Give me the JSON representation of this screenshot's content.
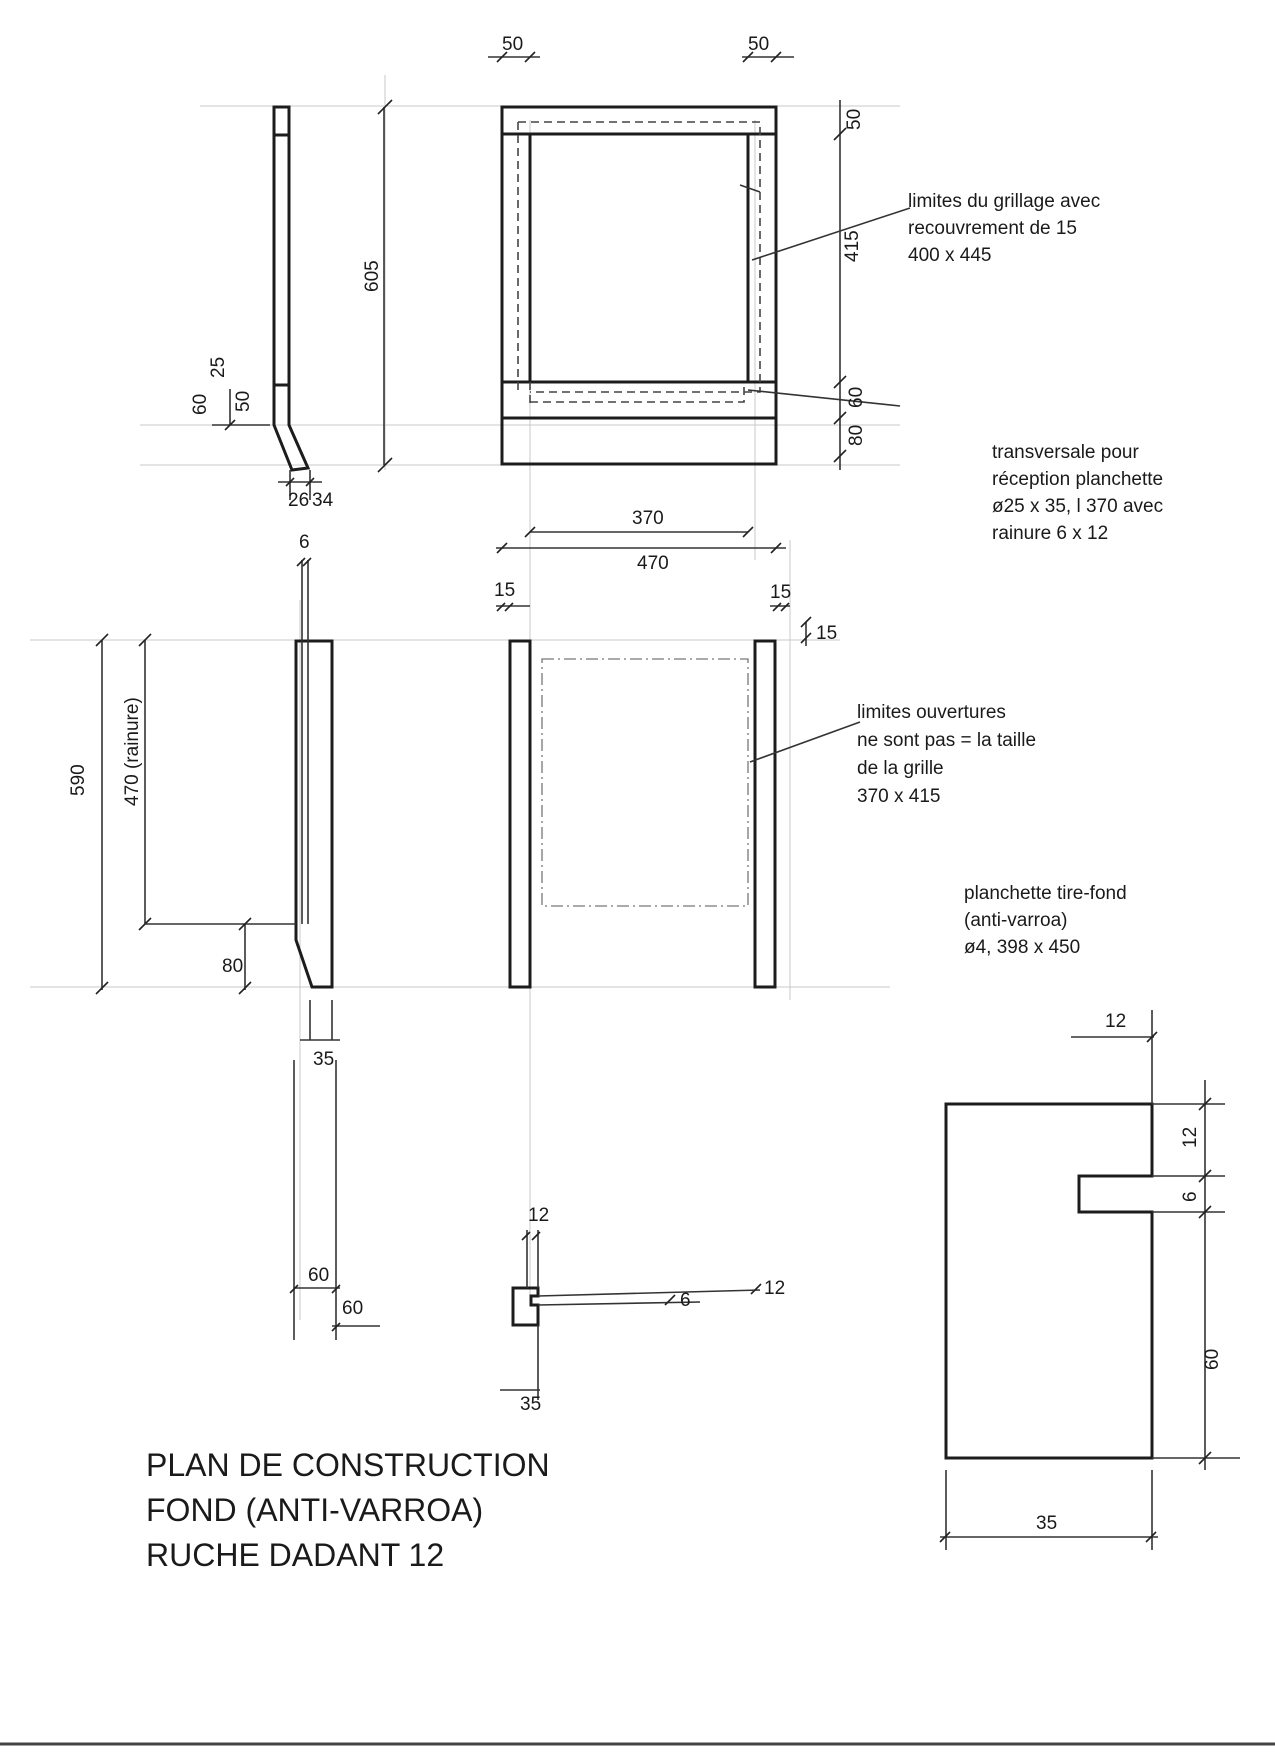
{
  "drawing": {
    "title_lines": [
      "PLAN DE CONSTRUCTION",
      "FOND (ANTI-VARROA)",
      "RUCHE DADANT 12"
    ],
    "dims": {
      "top_left_50": "50",
      "top_right_50": "50",
      "right_50": "50",
      "right_415": "415",
      "right_60": "60",
      "right_80": "80",
      "height_605": "605",
      "side_25": "25",
      "side_60": "60",
      "side_50": "50",
      "side_26": "26",
      "side_34": "34",
      "w_370": "370",
      "w_470": "470",
      "rail_6": "6",
      "frame_15_left": "15",
      "frame_15_right": "15",
      "frame_15_top": "15",
      "height_590": "590",
      "height_470_rainure": "470 (rainure)",
      "rail_80": "80",
      "rail_35": "35",
      "sec_60a": "60",
      "sec_60b": "60",
      "small_12_top": "12",
      "small_6": "6",
      "small_12_right": "12",
      "small_35": "35",
      "detail_12_top": "12",
      "detail_12_v": "12",
      "detail_6_v": "6",
      "detail_60_v": "60",
      "detail_35": "35"
    },
    "notes": {
      "grillage": [
        "limites du grillage avec",
        "recouvrement de 15",
        "400 x 445"
      ],
      "transversale": [
        "transversale pour",
        "réception planchette",
        "ø25 x 35, l 370 avec",
        "rainure 6 x 12"
      ],
      "ouvertures": [
        "limites ouvertures",
        "ne sont pas = la taille",
        "de la grille",
        "370 x 415"
      ],
      "planchette": [
        "planchette tire-fond",
        "(anti-varroa)",
        "ø4, 398 x 450"
      ]
    }
  }
}
